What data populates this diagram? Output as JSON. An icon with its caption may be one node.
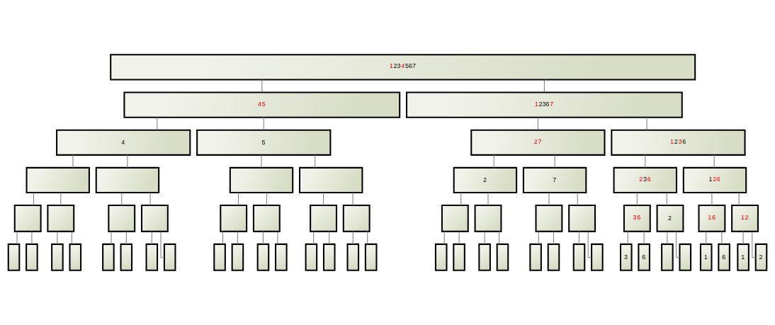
{
  "diagram": {
    "nodes": [
      {
        "text": [
          "1234567"
        ]
      },
      {
        "text": [
          "45"
        ]
      },
      {
        "text": [
          "12367"
        ]
      },
      {
        "text": [
          "4"
        ]
      },
      {
        "text": [
          "5"
        ]
      },
      {
        "text": [
          "27"
        ]
      },
      {
        "text": [
          "1236"
        ]
      },
      {
        "text": [],
        "shape": "box"
      },
      {
        "text": [],
        "shape": "box"
      },
      {
        "text": [],
        "shape": "box"
      },
      {
        "text": [],
        "shape": "box"
      },
      {
        "text": [
          "2"
        ]
      },
      {
        "text": [
          "7"
        ]
      },
      {
        "text": [
          "236"
        ]
      },
      {
        "text": [
          "126"
        ]
      },
      {
        "text": [],
        "shape": "box"
      },
      {
        "text": [],
        "shape": "box"
      },
      {
        "text": [],
        "shape": "box"
      },
      {
        "text": [],
        "shape": "box"
      },
      {
        "text": [],
        "shape": "box"
      },
      {
        "text": [],
        "shape": "box"
      },
      {
        "text": [],
        "shape": "box"
      },
      {
        "text": [],
        "shape": "box"
      },
      {
        "text": [],
        "shape": "box"
      },
      {
        "text": [],
        "shape": "box"
      },
      {
        "text": [],
        "shape": "box"
      },
      {
        "text": [],
        "shape": "box"
      },
      {
        "text": [
          "36"
        ]
      },
      {
        "text": [
          "2"
        ]
      },
      {
        "text": [
          "16"
        ]
      },
      {
        "text": [
          "12"
        ]
      },
      {
        "text": [],
        "shape": "box"
      },
      {
        "text": [],
        "shape": "box"
      },
      {
        "text": [],
        "shape": "box"
      },
      {
        "text": [],
        "shape": "box"
      },
      {
        "text": [],
        "shape": "box"
      },
      {
        "text": [],
        "shape": "box"
      },
      {
        "text": [],
        "shape": "box"
      },
      {
        "text": [],
        "shape": "box"
      },
      {
        "text": [],
        "shape": "box"
      },
      {
        "text": [],
        "shape": "box"
      },
      {
        "text": [],
        "shape": "box"
      },
      {
        "text": [],
        "shape": "box"
      },
      {
        "text": [],
        "shape": "box"
      },
      {
        "text": [],
        "shape": "box"
      },
      {
        "text": [],
        "shape": "box"
      },
      {
        "text": [],
        "shape": "box"
      },
      {
        "text": [],
        "shape": "box"
      },
      {
        "text": [],
        "shape": "box"
      },
      {
        "text": [],
        "shape": "box"
      },
      {
        "text": [],
        "shape": "box"
      },
      {
        "text": [],
        "shape": "box"
      },
      {
        "text": [],
        "shape": "box"
      },
      {
        "text": [],
        "shape": "box"
      },
      {
        "text": [],
        "shape": "box"
      },
      {
        "text": [
          "3"
        ]
      },
      {
        "text": [
          "6"
        ]
      },
      {
        "text": [],
        "shape": "box"
      },
      {
        "text": [],
        "shape": "box"
      },
      {
        "text": [
          "1"
        ]
      },
      {
        "text": [
          "6"
        ]
      },
      {
        "text": [
          "1"
        ]
      },
      {
        "text": [
          "2"
        ]
      }
    ],
    "edges": [
      {
        "from": 0,
        "to": 1,
        "arrow": "none"
      },
      {
        "from": 0,
        "to": 2,
        "arrow": "none"
      },
      {
        "from": 1,
        "to": 3,
        "arrow": "none"
      },
      {
        "from": 1,
        "to": 4,
        "arrow": "none"
      },
      {
        "from": 2,
        "to": 5,
        "arrow": "none"
      },
      {
        "from": 2,
        "to": 6,
        "arrow": "none"
      },
      {
        "from": 3,
        "to": 7,
        "arrow": "none"
      },
      {
        "from": 3,
        "to": 8,
        "arrow": "none"
      },
      {
        "from": 4,
        "to": 9,
        "arrow": "none"
      },
      {
        "from": 4,
        "to": 10,
        "arrow": "none"
      },
      {
        "from": 5,
        "to": 11,
        "arrow": "none"
      },
      {
        "from": 5,
        "to": 12,
        "arrow": "none"
      },
      {
        "from": 6,
        "to": 13,
        "arrow": "none"
      },
      {
        "from": 6,
        "to": 14,
        "arrow": "none"
      },
      {
        "from": 7,
        "to": 15,
        "arrow": "none"
      },
      {
        "from": 7,
        "to": 16,
        "arrow": "none"
      },
      {
        "from": 8,
        "to": 17,
        "arrow": "none"
      },
      {
        "from": 8,
        "to": 18,
        "arrow": "none"
      },
      {
        "from": 9,
        "to": 19,
        "arrow": "none"
      },
      {
        "from": 9,
        "to": 20,
        "arrow": "none"
      },
      {
        "from": 10,
        "to": 21,
        "arrow": "none"
      },
      {
        "from": 10,
        "to": 22,
        "arrow": "none"
      },
      {
        "from": 11,
        "to": 23,
        "arrow": "none"
      },
      {
        "from": 11,
        "to": 24,
        "arrow": "none"
      },
      {
        "from": 12,
        "to": 25,
        "arrow": "none"
      },
      {
        "from": 12,
        "to": 26,
        "arrow": "none"
      },
      {
        "from": 13,
        "to": 27,
        "arrow": "none"
      },
      {
        "from": 13,
        "to": 28,
        "arrow": "none"
      },
      {
        "from": 14,
        "to": 29,
        "arrow": "none"
      },
      {
        "from": 14,
        "to": 30,
        "arrow": "none"
      },
      {
        "from": 15,
        "to": 31,
        "arrow": "none"
      },
      {
        "from": 15,
        "to": 32,
        "arrow": "none"
      },
      {
        "from": 16,
        "to": 33,
        "arrow": "none"
      },
      {
        "from": 16,
        "to": 34,
        "arrow": "none"
      },
      {
        "from": 17,
        "to": 35,
        "arrow": "none"
      },
      {
        "from": 17,
        "to": 36,
        "arrow": "none"
      },
      {
        "from": 18,
        "to": 37,
        "arrow": "none"
      },
      {
        "from": 18,
        "to": 38,
        "arrow": "none"
      },
      {
        "from": 19,
        "to": 39,
        "arrow": "none"
      },
      {
        "from": 19,
        "to": 40,
        "arrow": "none"
      },
      {
        "from": 20,
        "to": 41,
        "arrow": "none"
      },
      {
        "from": 20,
        "to": 42,
        "arrow": "none"
      },
      {
        "from": 21,
        "to": 43,
        "arrow": "none"
      },
      {
        "from": 21,
        "to": 44,
        "arrow": "none"
      },
      {
        "from": 22,
        "to": 45,
        "arrow": "none"
      },
      {
        "from": 22,
        "to": 46,
        "arrow": "none"
      },
      {
        "from": 23,
        "to": 47,
        "arrow": "none"
      },
      {
        "from": 23,
        "to": 48,
        "arrow": "none"
      },
      {
        "from": 24,
        "to": 49,
        "arrow": "none"
      },
      {
        "from": 24,
        "to": 50,
        "arrow": "none"
      },
      {
        "from": 25,
        "to": 51,
        "arrow": "none"
      },
      {
        "from": 25,
        "to": 52,
        "arrow": "none"
      },
      {
        "from": 26,
        "to": 53,
        "arrow": "none"
      },
      {
        "from": 26,
        "to": 54,
        "arrow": "none"
      },
      {
        "from": 27,
        "to": 55,
        "arrow": "none"
      },
      {
        "from": 27,
        "to": 56,
        "arrow": "none"
      },
      {
        "from": 28,
        "to": 57,
        "arrow": "none"
      },
      {
        "from": 28,
        "to": 58,
        "arrow": "none"
      },
      {
        "from": 29,
        "to": 59,
        "arrow": "none"
      },
      {
        "from": 29,
        "to": 60,
        "arrow": "none"
      },
      {
        "from": 30,
        "to": 61,
        "arrow": "none"
      },
      {
        "from": 30,
        "to": 62,
        "arrow": "none"
      }
    ]
  }
}
